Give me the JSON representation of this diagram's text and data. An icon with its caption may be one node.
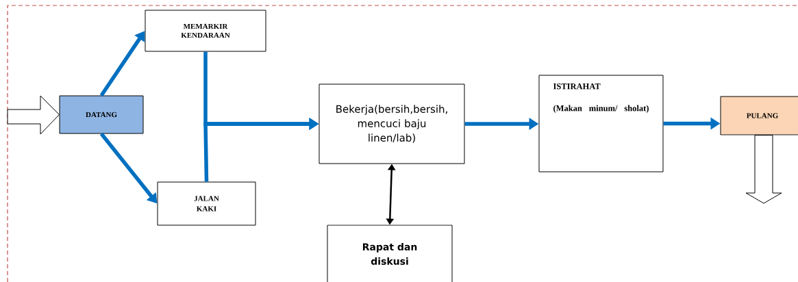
{
  "diagram": {
    "nodes": [
      {
        "text": [
          "DATANG"
        ]
      },
      {
        "text": [
          "MEMARKIR KENDARAAN"
        ]
      },
      {
        "text": [
          "JALAN KAKI"
        ]
      },
      {
        "text": [
          "Bekerja(bersih,bersih, mencuci baju linen/lab)"
        ]
      },
      {
        "text": [
          "Rapat dan diskusi"
        ]
      },
      {
        "text": [
          "ISTIRAHAT",
          "(Makan minum/ sholat)"
        ]
      },
      {
        "text": [
          "PULANG"
        ]
      }
    ],
    "edges": [
      {
        "from": null,
        "to": 0,
        "arrow": "to",
        "color": "#000000"
      },
      {
        "from": 0,
        "to": 1,
        "arrow": "to"
      },
      {
        "from": 0,
        "to": 2,
        "arrow": "to"
      },
      {
        "from": 1,
        "to": 3,
        "arrow": "to"
      },
      {
        "from": 2,
        "to": 3,
        "arrow": "to"
      },
      {
        "from": 3,
        "to": 4,
        "arrow": "both",
        "color": "#000000"
      },
      {
        "from": 3,
        "to": 5,
        "arrow": "to"
      },
      {
        "from": 5,
        "to": 6,
        "arrow": "to"
      },
      {
        "from": 6,
        "to": null,
        "arrow": "to",
        "color": "#000000"
      }
    ]
  }
}
